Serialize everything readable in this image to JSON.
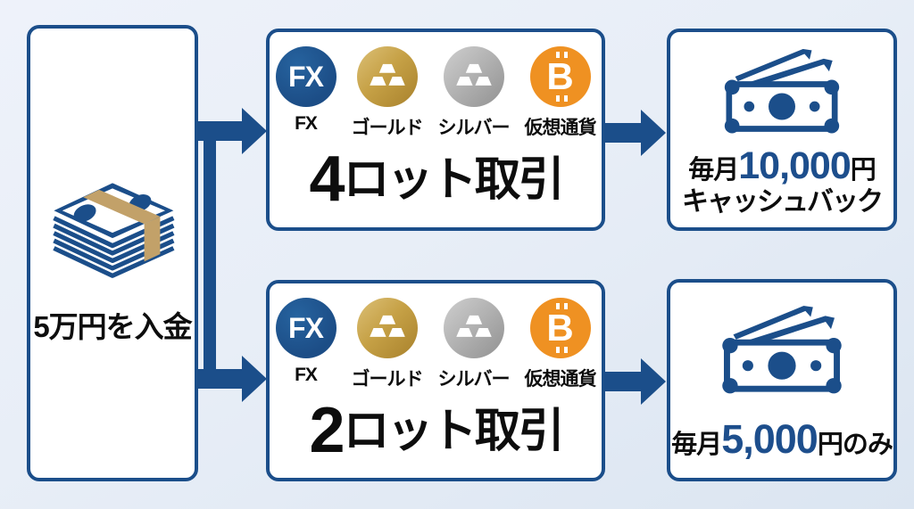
{
  "deposit": {
    "label": "5万円を入金"
  },
  "assets": [
    {
      "label": "FX",
      "badge": "FX"
    },
    {
      "label": "ゴールド"
    },
    {
      "label": "シルバー"
    },
    {
      "label": "仮想通貨",
      "badge": "B"
    }
  ],
  "plan_top": {
    "lots_number": "4",
    "lots_text": "ロット取引",
    "reward_prefix": "毎月",
    "reward_amount": "10,000",
    "reward_suffix": "円",
    "reward_line2": "キャッシュバック"
  },
  "plan_bottom": {
    "lots_number": "2",
    "lots_text": "ロット取引",
    "reward_prefix": "毎月",
    "reward_amount": "5,000",
    "reward_suffix": "円のみ"
  },
  "icons": {
    "deposit": "money-stack-icon",
    "fx": "fx-badge-icon",
    "gold": "gold-bars-icon",
    "silver": "silver-bars-icon",
    "crypto": "bitcoin-icon",
    "reward": "money-fan-icon"
  },
  "colors": {
    "accent_blue": "#1b4e8a",
    "amount_blue": "#1d4e8c",
    "gold": "#c6a146",
    "silver": "#b0b0b0",
    "bitcoin_orange": "#ef9122",
    "band_tan": "#c2a169",
    "background": "#e8eef7"
  }
}
